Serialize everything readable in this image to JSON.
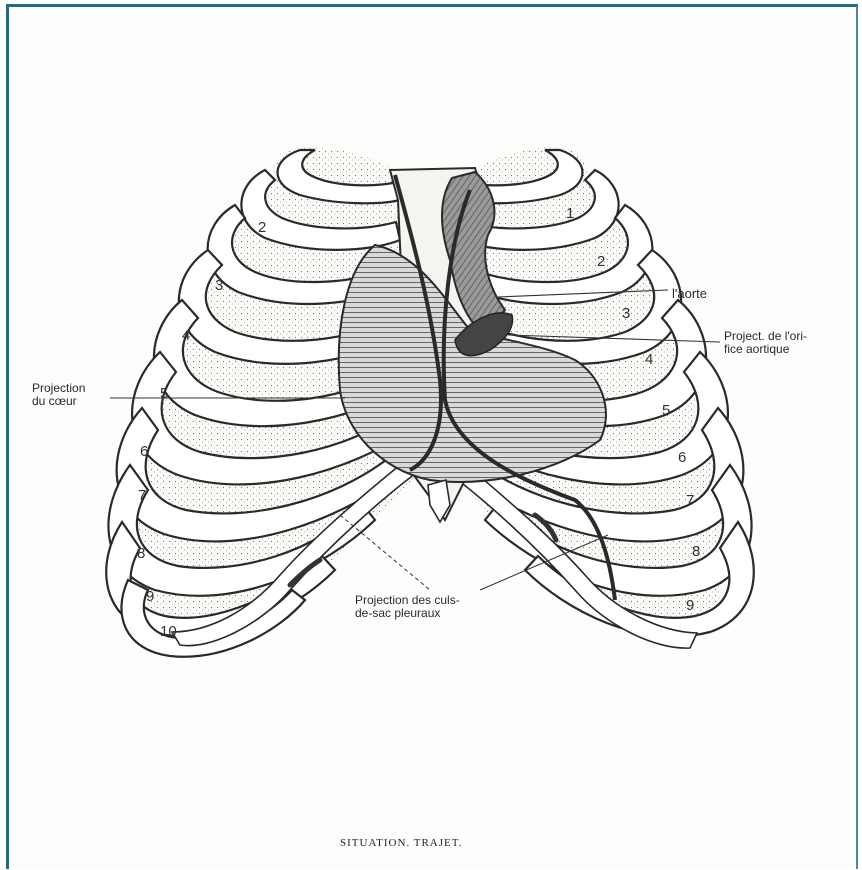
{
  "figure": {
    "caption": "SITUATION. TRAJET.",
    "labels": {
      "aorta": "l'aorte",
      "aortic_orifice": "Project. de l'ori-\nfice aortique",
      "heart_projection": "Projection\ndu cœur",
      "pleural_projection": "Projection des culs-\nde-sac pleuraux"
    },
    "rib_numbers_right": [
      "1",
      "2",
      "3",
      "4",
      "5",
      "6",
      "7",
      "8",
      "9"
    ],
    "rib_numbers_left": [
      "2",
      "3",
      "4",
      "5",
      "6",
      "7",
      "8",
      "9",
      "10"
    ]
  },
  "colors": {
    "frame": "#1d6f80",
    "ink": "#2a2a2a",
    "paper": "#fdfdfb"
  }
}
